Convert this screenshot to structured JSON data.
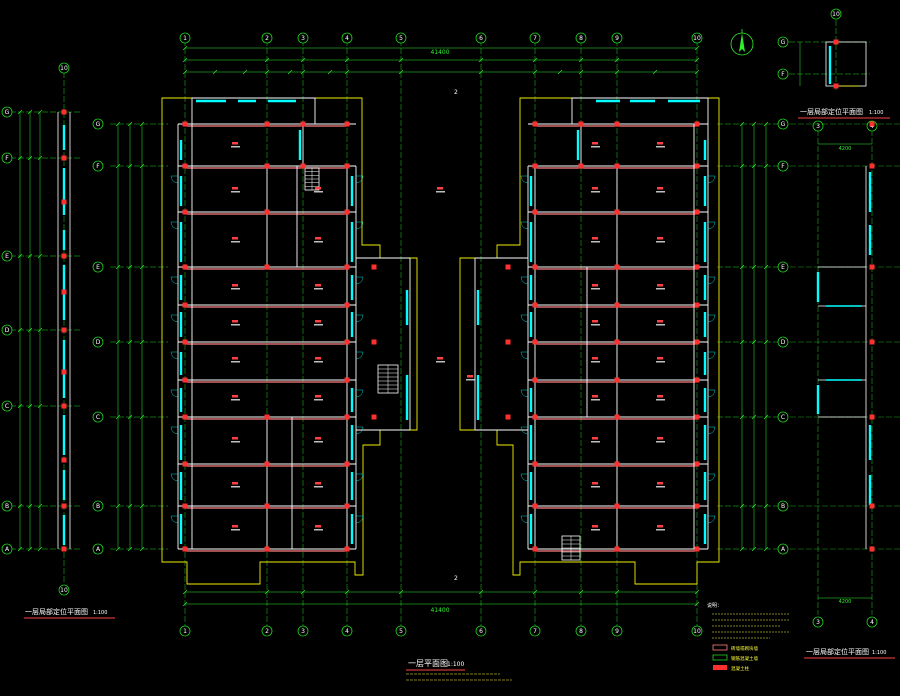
{
  "colors": {
    "background": "#000000",
    "grid": "#1fd31f",
    "wall": "#ffffff",
    "column": "#ff3030",
    "dimension": "#2ef02e",
    "window": "#00ffff",
    "beam": "#ff7f7f",
    "outline": "#f0f000",
    "text_red": "#ff4040",
    "text_white": "#ffffff",
    "text_yellow": "#ffff40"
  },
  "axis_labels": {
    "numbers": [
      "1",
      "2",
      "3",
      "4",
      "5",
      "6",
      "7",
      "8",
      "9",
      "10"
    ],
    "letters": [
      "A",
      "B",
      "C",
      "D",
      "E",
      "F",
      "G"
    ]
  },
  "dimensions": {
    "total_top": "41400",
    "total_bottom": "41400",
    "right_inset_top": "4200"
  },
  "titles": {
    "main_plan": "一层平面图",
    "main_scale": "1:100",
    "left_detail": "一层局部定位平面图",
    "left_scale": "1:100",
    "top_right_detail": "一层局部定位平面图",
    "top_right_scale": "1:100",
    "bottom_right_detail": "一层局部定位平面图",
    "bottom_right_scale": "1:100"
  },
  "section_marks": [
    "2",
    "2"
  ],
  "legend": {
    "heading": "说明：",
    "items": [
      "砖墙或砌块墙",
      "钢筋混凝土墙",
      "混凝土柱"
    ]
  },
  "icons": [
    "north-arrow-icon",
    "stair-icon"
  ]
}
